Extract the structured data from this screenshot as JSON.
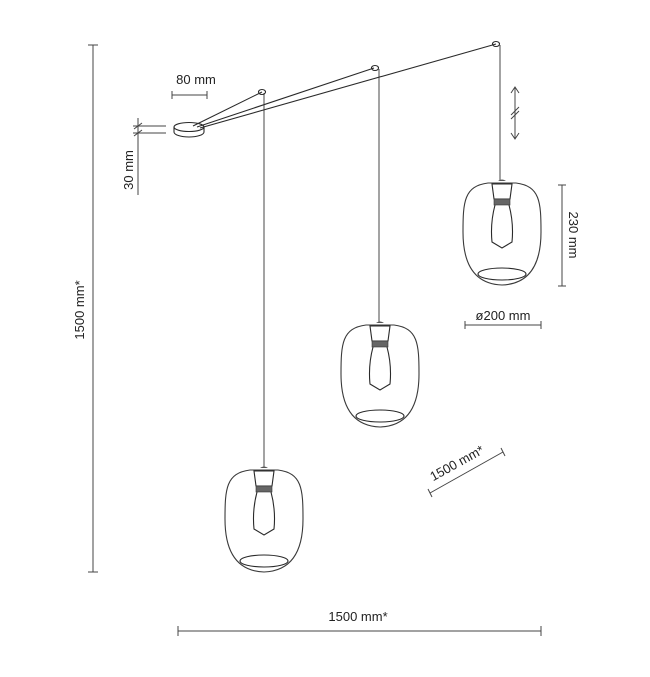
{
  "labels": {
    "canopy_diameter": "80 mm",
    "canopy_height": "30 mm",
    "total_height": "1500 mm*",
    "shade_height": "230 mm",
    "shade_diameter": "ø200 mm",
    "arm_length": "1500 mm*",
    "total_width": "1500 mm*"
  },
  "colors": {
    "line": "#2a2a2a",
    "text": "#222222"
  }
}
